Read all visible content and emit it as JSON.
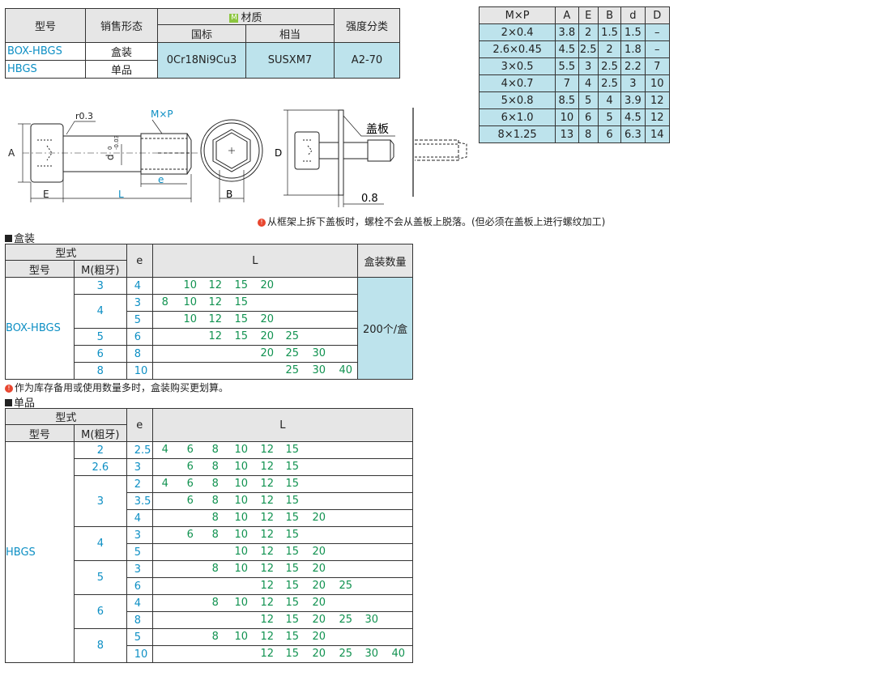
{
  "material_table": {
    "headers": {
      "model": "型号",
      "sales_form": "销售形态",
      "material": "材质",
      "material_badge": "M",
      "standard": "国标",
      "equivalent": "相当",
      "strength": "强度分类"
    },
    "rows": [
      {
        "model": "BOX-HBGS",
        "form": "盒装"
      },
      {
        "model": "HBGS",
        "form": "单品"
      }
    ],
    "gb": "0Cr18Ni9Cu3",
    "equiv": "SUSXM7",
    "strength": "A2-70"
  },
  "dimension_table": {
    "headers": [
      "M×P",
      "A",
      "E",
      "B",
      "d",
      "D"
    ],
    "rows": [
      [
        "2×0.4",
        "3.8",
        "2",
        "1.5",
        "1.5",
        "–"
      ],
      [
        "2.6×0.45",
        "4.5",
        "2.5",
        "2",
        "1.8",
        "–"
      ],
      [
        "3×0.5",
        "5.5",
        "3",
        "2.5",
        "2.2",
        "7"
      ],
      [
        "4×0.7",
        "7",
        "4",
        "2.5",
        "3",
        "10"
      ],
      [
        "5×0.8",
        "8.5",
        "5",
        "4",
        "3.9",
        "12"
      ],
      [
        "6×1.0",
        "10",
        "6",
        "5",
        "4.5",
        "12"
      ],
      [
        "8×1.25",
        "13",
        "8",
        "6",
        "6.3",
        "14"
      ]
    ]
  },
  "drawing": {
    "labels": {
      "A": "A",
      "E": "E",
      "L": "L",
      "r": "r0.3",
      "mxp": "M×P",
      "e": "e",
      "d": "d",
      "tol_top": "0",
      "tol_bot": "-0.03",
      "B": "B",
      "D": "D",
      "cover": "盖板",
      "thick": "0.8"
    }
  },
  "notes": {
    "cover_note": "从框架上拆下盖板时，螺栓不会从盖板上脱落。(但必须在盖板上进行螺纹加工)",
    "box_note": "作为库存备用或使用数量多时，盒装购买更划算。"
  },
  "box_section": {
    "title": "盒装",
    "headers": {
      "type": "型式",
      "model": "型号",
      "m": "M(粗牙)",
      "e": "e",
      "L": "L",
      "qty": "盒装数量"
    },
    "model": "BOX-HBGS",
    "qty": "200个/盒",
    "rows": [
      {
        "m": "3",
        "e": "4",
        "L": [
          "",
          "10",
          "12",
          "15",
          "20",
          "",
          "",
          ""
        ]
      },
      {
        "m": "4",
        "e": "3",
        "L": [
          "8",
          "10",
          "12",
          "15",
          "",
          "",
          "",
          ""
        ]
      },
      {
        "m": "",
        "e": "5",
        "L": [
          "",
          "10",
          "12",
          "15",
          "20",
          "",
          "",
          ""
        ]
      },
      {
        "m": "5",
        "e": "6",
        "L": [
          "",
          "",
          "12",
          "15",
          "20",
          "25",
          "",
          ""
        ]
      },
      {
        "m": "6",
        "e": "8",
        "L": [
          "",
          "",
          "",
          "",
          "20",
          "25",
          "30",
          ""
        ]
      },
      {
        "m": "8",
        "e": "10",
        "L": [
          "",
          "",
          "",
          "",
          "",
          "25",
          "30",
          "40"
        ]
      }
    ]
  },
  "single_section": {
    "title": "单品",
    "headers": {
      "type": "型式",
      "model": "型号",
      "m": "M(粗牙)",
      "e": "e",
      "L": "L"
    },
    "model": "HBGS",
    "groups": [
      {
        "m": "2",
        "rows": [
          {
            "e": "2.5",
            "L": [
              "4",
              "6",
              "8",
              "10",
              "12",
              "15",
              "",
              "",
              "",
              ""
            ]
          }
        ]
      },
      {
        "m": "2.6",
        "rows": [
          {
            "e": "3",
            "L": [
              "",
              "6",
              "8",
              "10",
              "12",
              "15",
              "",
              "",
              "",
              ""
            ]
          }
        ]
      },
      {
        "m": "3",
        "rows": [
          {
            "e": "2",
            "L": [
              "4",
              "6",
              "8",
              "10",
              "12",
              "15",
              "",
              "",
              "",
              ""
            ]
          },
          {
            "e": "3.5",
            "L": [
              "",
              "6",
              "8",
              "10",
              "12",
              "15",
              "",
              "",
              "",
              ""
            ]
          },
          {
            "e": "4",
            "L": [
              "",
              "",
              "8",
              "10",
              "12",
              "15",
              "20",
              "",
              "",
              ""
            ]
          }
        ]
      },
      {
        "m": "4",
        "rows": [
          {
            "e": "3",
            "L": [
              "",
              "6",
              "8",
              "10",
              "12",
              "15",
              "",
              "",
              "",
              ""
            ]
          },
          {
            "e": "5",
            "L": [
              "",
              "",
              "",
              "10",
              "12",
              "15",
              "20",
              "",
              "",
              ""
            ]
          }
        ]
      },
      {
        "m": "5",
        "rows": [
          {
            "e": "3",
            "L": [
              "",
              "",
              "8",
              "10",
              "12",
              "15",
              "20",
              "",
              "",
              ""
            ]
          },
          {
            "e": "6",
            "L": [
              "",
              "",
              "",
              "",
              "12",
              "15",
              "20",
              "25",
              "",
              ""
            ]
          }
        ]
      },
      {
        "m": "6",
        "rows": [
          {
            "e": "4",
            "L": [
              "",
              "",
              "8",
              "10",
              "12",
              "15",
              "20",
              "",
              "",
              ""
            ]
          },
          {
            "e": "8",
            "L": [
              "",
              "",
              "",
              "",
              "12",
              "15",
              "20",
              "25",
              "30",
              ""
            ]
          }
        ]
      },
      {
        "m": "8",
        "rows": [
          {
            "e": "5",
            "L": [
              "",
              "",
              "8",
              "10",
              "12",
              "15",
              "20",
              "",
              "",
              ""
            ]
          },
          {
            "e": "10",
            "L": [
              "",
              "",
              "",
              "",
              "12",
              "15",
              "20",
              "25",
              "30",
              "40"
            ]
          }
        ]
      }
    ]
  }
}
